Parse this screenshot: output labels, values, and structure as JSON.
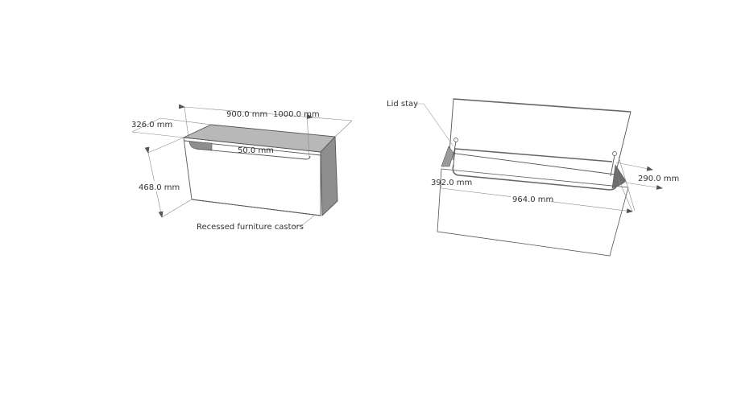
{
  "left_model": {
    "dimensions": {
      "width_900": "900.0 mm",
      "width_1000": "1000.0 mm",
      "depth": "326.0 mm",
      "height": "468.0 mm",
      "handle": "50.0 mm"
    },
    "annotations": {
      "castors": "Recessed furniture castors"
    }
  },
  "right_model": {
    "dimensions": {
      "height_392": "392.0 mm",
      "width_964": "964.0 mm",
      "depth_290": "290.0 mm"
    },
    "annotations": {
      "lid_stay": "Lid stay"
    }
  },
  "colors": {
    "background": "#ffffff",
    "top_face": "#b8b8b8",
    "side_face": "#8e8e8e",
    "edge": "#555555",
    "dimension_line": "#888888",
    "text": "#333333"
  }
}
